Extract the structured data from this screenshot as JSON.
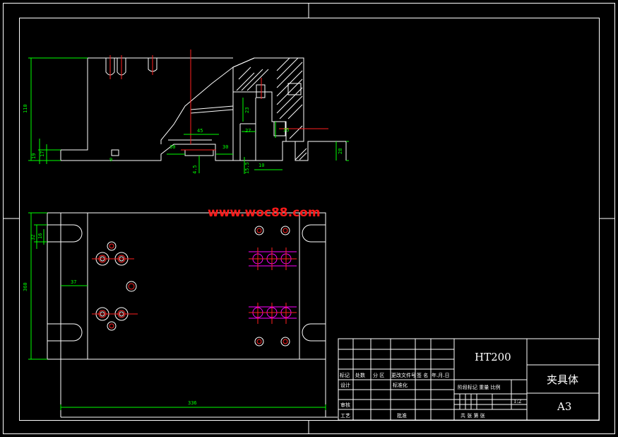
{
  "watermark": "www.woc88.com",
  "colors": {
    "background": "#000000",
    "outline": "#ffffff",
    "dimension": "#00ff00",
    "centerline": "#ff2020",
    "thread": "#ff00ff"
  },
  "dimensions": {
    "top_height": "110",
    "top_base_a": "19",
    "top_base_b": "17",
    "top_step": "9",
    "top_45": "45",
    "top_30a": "30",
    "top_30b": "30",
    "top_4_5": "4.5",
    "top_23": "23",
    "top_27": "27",
    "top_10": "10",
    "top_35": "35",
    "top_15_5": "15.5",
    "top_right_28": "28",
    "plan_height": "360",
    "plan_slot_a": "32",
    "plan_slot_b": "16",
    "plan_37": "37",
    "plan_width": "336"
  },
  "title_block": {
    "material": "HT200",
    "part_name": "夹具体",
    "sheet_size": "A3",
    "scale": "1:2",
    "row_headers": [
      "标记",
      "处数",
      "分 区",
      "更改文件号",
      "签 名",
      "年.月.日"
    ],
    "design": "设计",
    "standardize": "标准化",
    "review": "审核",
    "process": "工艺",
    "approve": "批准",
    "stage_weight_scale": "阶段标记  重量  比例",
    "sheets": "共  张  第  张"
  }
}
